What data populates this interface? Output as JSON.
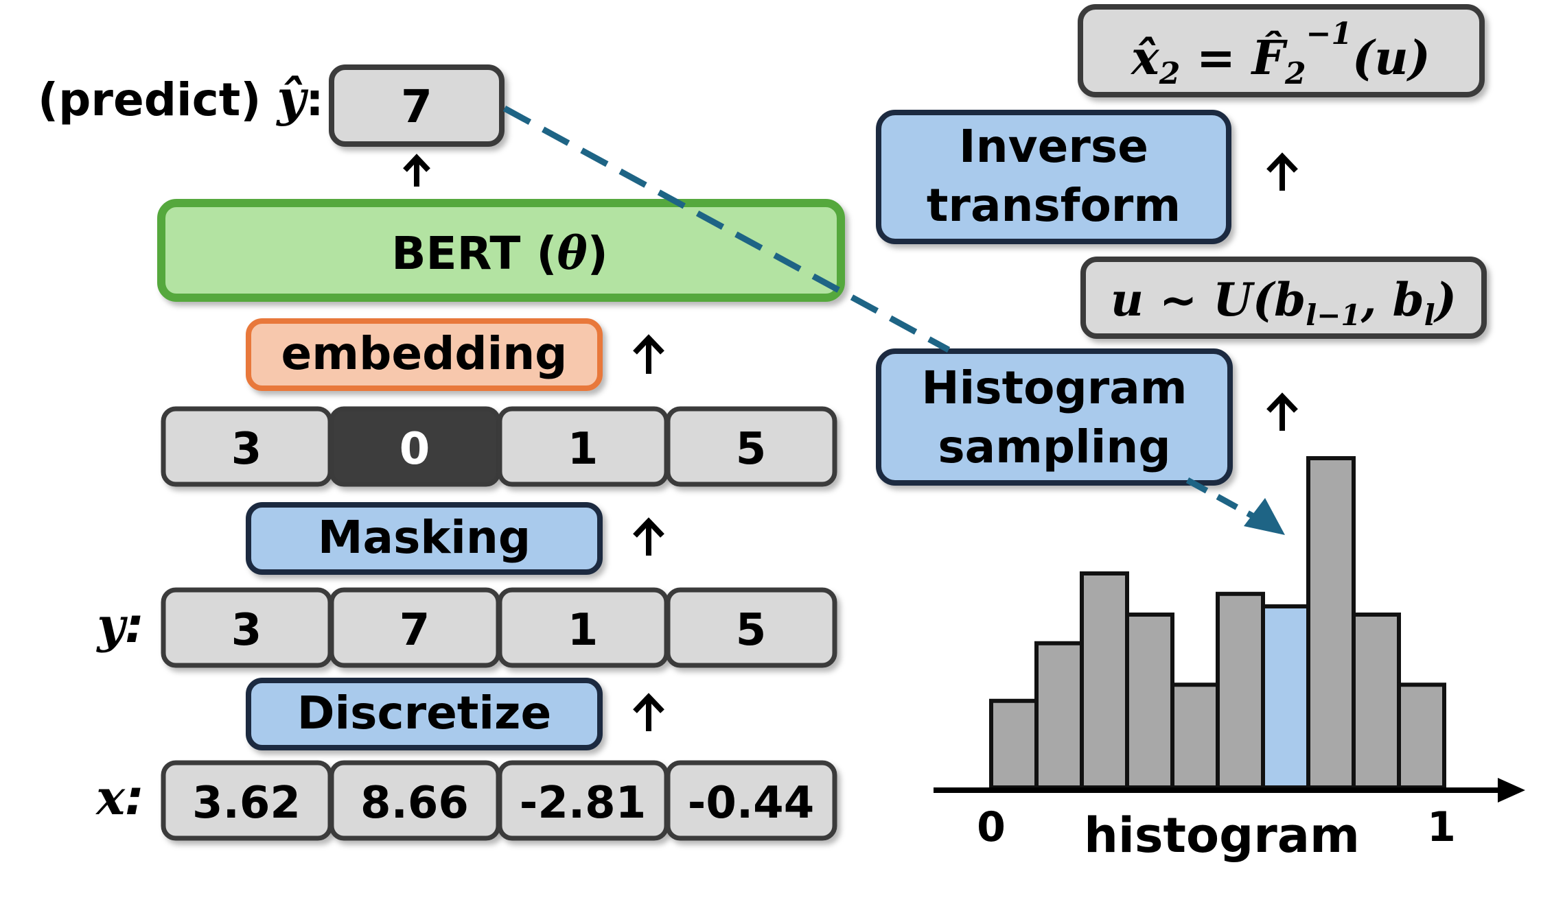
{
  "predict": {
    "prefix": "(predict) ",
    "var": "ŷ",
    "colon": ":",
    "value": "7"
  },
  "bert": {
    "name": "BERT (",
    "param": "θ",
    "close": ")"
  },
  "embedding_label": "embedding",
  "masked_row": {
    "values": [
      "3",
      "0",
      "1",
      "5"
    ],
    "masked_index": 1
  },
  "masking_label": "Masking",
  "y_row": {
    "var": "y",
    "colon": ":",
    "values": [
      "3",
      "7",
      "1",
      "5"
    ]
  },
  "discretize_label": "Discretize",
  "x_row": {
    "var": "x",
    "colon": ":",
    "values": [
      "3.62",
      "8.66",
      "-2.81",
      "-0.44"
    ]
  },
  "inverse_formula": {
    "lhs": "x̂",
    "lhs_sub": "2",
    "eq": " = ",
    "rhs": "F̂",
    "rhs_sub": "2",
    "rhs_sup": "−1",
    "arg": "(u)"
  },
  "inverse_label": [
    "Inverse",
    "transform"
  ],
  "sampling_formula": {
    "var": "u",
    "sim": " ~ ",
    "dist": "U(",
    "b": "b",
    "sub1": "l−1",
    "comma": ", ",
    "sub2": "l",
    "close": ")"
  },
  "histogram_label": [
    "Histogram",
    "sampling"
  ],
  "histogram": {
    "bars": [
      0.263,
      0.438,
      0.65,
      0.525,
      0.312,
      0.588,
      0.55,
      1.0,
      0.525,
      0.312
    ],
    "highlight_index": 6,
    "axis_start": "0",
    "axis_end": "1",
    "axis_label": "histogram"
  },
  "colors": {
    "box_gray": "#d9d9d9",
    "box_border": "#3b3b3b",
    "masked_fill": "#3d3d3d",
    "blue_fill": "#a9caec",
    "blue_border": "#1c2c40",
    "bert_fill": "#b3e3a2",
    "bert_border": "#55a83c",
    "embed_fill": "#f7c8ad",
    "embed_border": "#e8783a",
    "bar_fill": "#a8a8a8",
    "bar_highlight": "#a9caec",
    "dash": "#1e6485"
  }
}
